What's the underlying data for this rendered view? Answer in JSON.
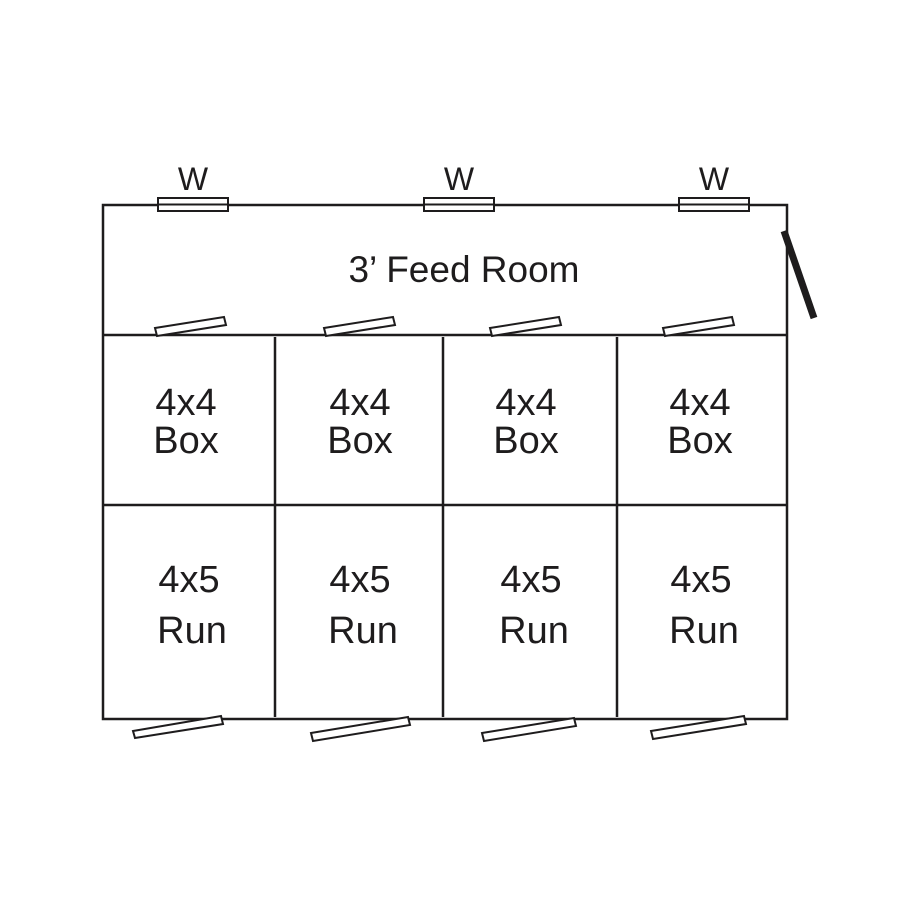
{
  "window_label": "W",
  "feed_room": {
    "label": "3’ Feed Room"
  },
  "boxes": [
    {
      "size": "4x4",
      "label": "Box"
    },
    {
      "size": "4x4",
      "label": "Box"
    },
    {
      "size": "4x4",
      "label": "Box"
    },
    {
      "size": "4x4",
      "label": "Box"
    }
  ],
  "runs": [
    {
      "size": "4x5",
      "label": "Run"
    },
    {
      "size": "4x5",
      "label": "Run"
    },
    {
      "size": "4x5",
      "label": "Run"
    },
    {
      "size": "4x5",
      "label": "Run"
    }
  ],
  "colors": {
    "line": "#1e1c1d",
    "background": "#ffffff"
  }
}
